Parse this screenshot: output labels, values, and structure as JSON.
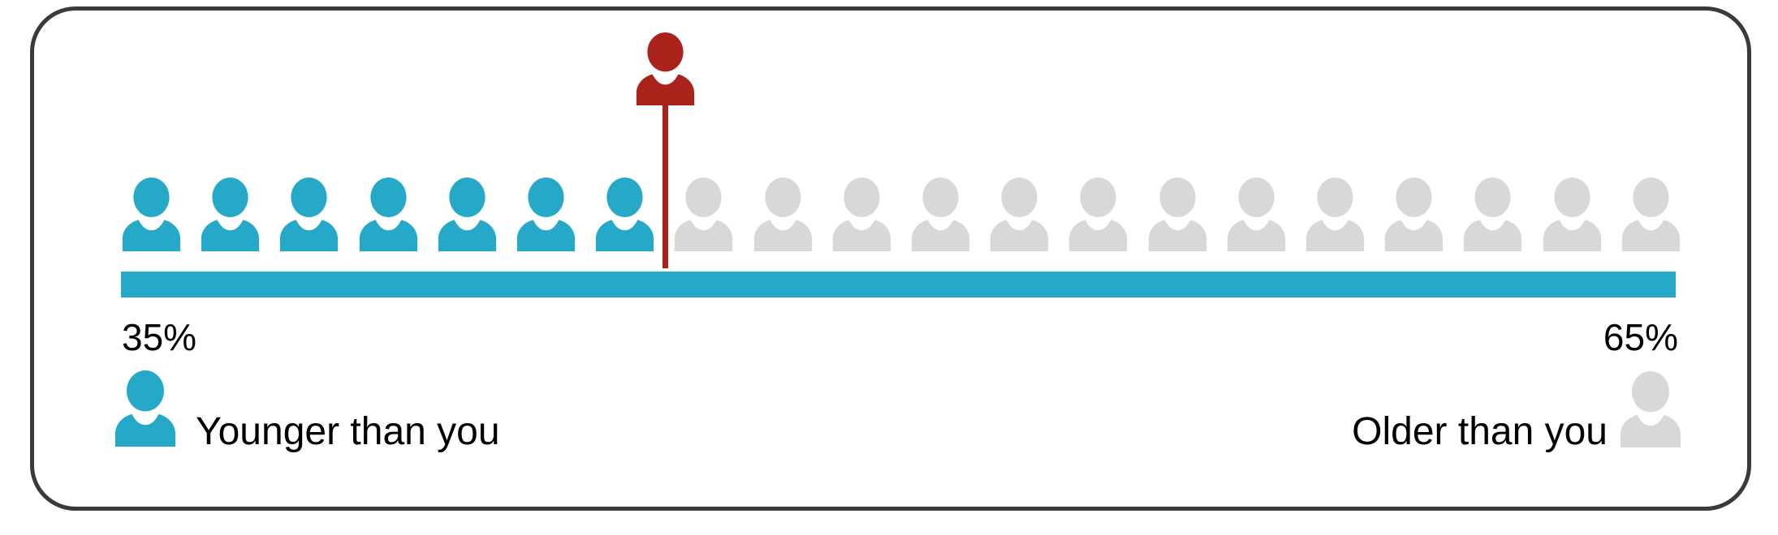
{
  "figure": {
    "left_percent": "35%",
    "right_percent": "65%",
    "legend_left": "Younger than you",
    "legend_right": "Older than you"
  },
  "colors": {
    "teal": "#26a9c9",
    "gray": "#d8d8d8",
    "red": "#a9231a",
    "border": "#3a3a3a",
    "text": "#000000"
  },
  "chart_data": {
    "type": "pictogram",
    "title": "",
    "unit_icon": "person-icon",
    "total_icons": 20,
    "categories": [
      "Younger than you",
      "Older than you"
    ],
    "series": [
      {
        "name": "Younger than you",
        "percent": 35,
        "icon_count": 7,
        "color_key": "teal",
        "label": "35%"
      },
      {
        "name": "Older than you",
        "percent": 65,
        "icon_count": 13,
        "color_key": "gray",
        "label": "65%"
      }
    ],
    "marker": {
      "name": "you",
      "position_percent": 35,
      "color_key": "red"
    },
    "bar": {
      "color_key": "teal",
      "range_percent": [
        0,
        100
      ]
    },
    "legend_position": "bottom"
  }
}
